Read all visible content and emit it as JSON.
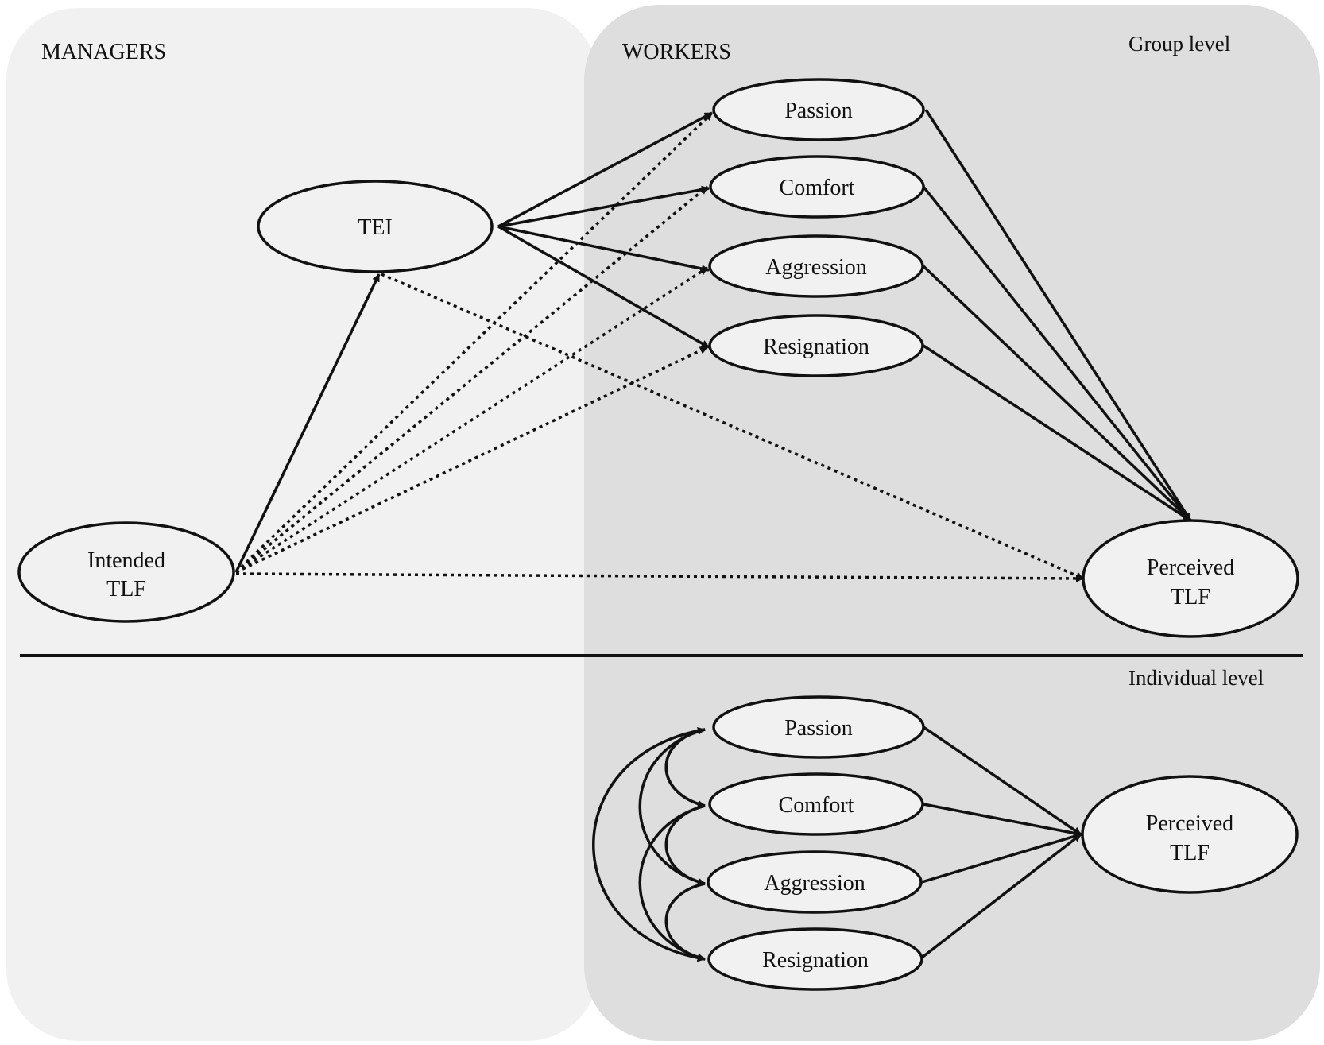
{
  "regions": {
    "managers": "MANAGERS",
    "workers": "WORKERS"
  },
  "levels": {
    "group": "Group level",
    "individual": "Individual level"
  },
  "group": {
    "tei": "TEI",
    "intended_tlf": [
      "Intended",
      "TLF"
    ],
    "perceived_tlf": [
      "Perceived",
      "TLF"
    ],
    "passion": "Passion",
    "comfort": "Comfort",
    "aggression": "Aggression",
    "resignation": "Resignation"
  },
  "individual": {
    "passion": "Passion",
    "comfort": "Comfort",
    "aggression": "Aggression",
    "resignation": "Resignation",
    "perceived_tlf": [
      "Perceived",
      "TLF"
    ]
  },
  "colors": {
    "managers_bg": "#f1f1f1",
    "workers_bg": "#dedede",
    "node_fill": "#f1f1f1",
    "stroke": "#111111"
  }
}
